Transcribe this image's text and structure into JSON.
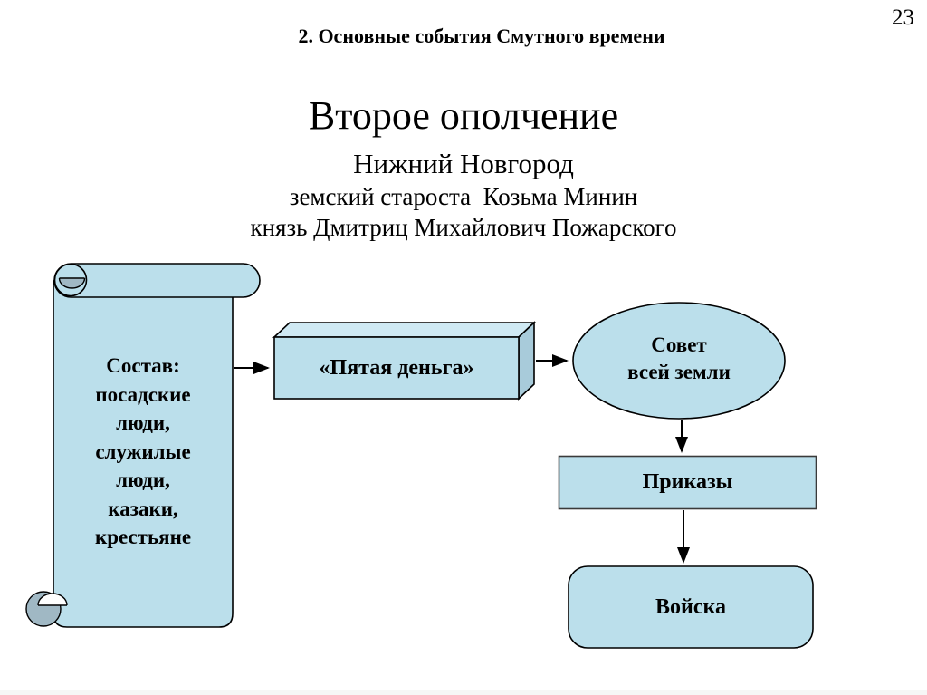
{
  "colors": {
    "shape_fill": "#BBDFEB",
    "shape_fill_light": "#CFE9F3",
    "shape_fill_dark": "#A8CBDA",
    "curl_fill": "#A0B8C4",
    "outline": "#000000"
  },
  "page": {
    "number": "23",
    "title": "2. Основные события Смутного времени"
  },
  "heading": {
    "title": "Второе ополчение",
    "city": "Нижний Новгород",
    "elder": "земский староста  Козьма Минин",
    "prince": "князь Дмитриц Михайлович Пожарского"
  },
  "diagram": {
    "scroll_label": "Состав:\nпосадские\nлюди,\nслужилые\nлюди,\nказаки,\nкрестьяне",
    "cube_label": "«Пятая деньга»",
    "ellipse_label": "Совет\nвсей земли",
    "orders_label": "Приказы",
    "troops_label": "Войска"
  }
}
